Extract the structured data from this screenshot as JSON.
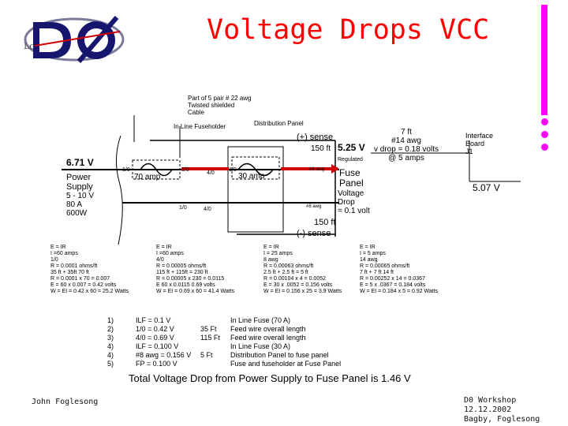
{
  "title": "Voltage Drops VCC",
  "logo": {
    "text": "DØ"
  },
  "accent_color": "#ff00ff",
  "title_color": "#ff0000",
  "footer": {
    "author": "John Foglesong",
    "right_lines": [
      "D0 Workshop",
      "12.12.2002",
      "Bagby, Foglesong"
    ]
  },
  "diagram": {
    "cable_note": [
      "Part of 5 pair # 22 awg",
      "Twisted shielded",
      "Cable"
    ],
    "inline_fuseholder": "In Line Fuseholder",
    "distribution_panel": "Distribution Panel",
    "sense_plus": "(+) sense",
    "sense_plus_length": "150 ft",
    "regulated_voltage": "5.25 V",
    "regulated_label": "Regulated",
    "feed_7ft": [
      "7 ft",
      "#14 awg",
      "v drop = 0.18 volts",
      "@ 5 amps"
    ],
    "interface_board": [
      "Interface",
      "Board",
      "J1"
    ],
    "interface_voltage": "5.07 V",
    "supply_voltage": "6.71 V",
    "supply_label": [
      "Power",
      "Supply"
    ],
    "supply_specs": [
      "5 - 10 V",
      "80 A",
      "600W"
    ],
    "wire_labels": {
      "a": "1/0",
      "b": "1/0",
      "c": "4/0",
      "d": "1/0",
      "e": "1/0",
      "f": "4/0"
    },
    "fuse_70": "70 amp",
    "fuse_30": "30 amp",
    "awg8_top": "#8 awg",
    "awg8_bottom": "#8 awg",
    "fuse_panel": [
      "Fuse",
      "Panel"
    ],
    "voltage_drop": [
      "Voltage",
      "Drop",
      "= 0.1 volt"
    ],
    "sense_minus_length": "150 ft",
    "sense_minus": "(-) sense"
  },
  "calcs": [
    [
      "E = IR",
      "I =60 amps",
      "1/0",
      "R = 0.0001 ohms/ft",
      "35 ft + 35ft   70 ft",
      "R = 0.0001 x 70 = 0.007",
      "E = 60 x 0.007 = 0.42 volts",
      "W = EI = 0.42 x 60 = 25.2 Watts"
    ],
    [
      "E = IR",
      "I =60 amps",
      "4/0",
      "R = 0.00005 ohms/ft",
      "115 ft + 115ft = 230 ft",
      "R = 0.00005 x 230 = 0.0115",
      "E   60 x 0.0115   0.69 volts",
      "W = EI = 0.69 x 60 = 41.4 Watts"
    ],
    [
      "E = IR",
      "I = 25 amps",
      "8 awg",
      "R = 0.00063 ohms/ft",
      "2.5 ft + 2.5 ft = 5 ft",
      "R = 0.00104 x 4 = 0.0052",
      "E = 30 x .0052 = 0.156 volts",
      "W = EI = 0.156 x 25 = 3.9 Watts"
    ],
    [
      "E = IR",
      "I = 5 amps",
      "14 awg",
      "R = 0.00065 ohms/ft",
      "7 ft + 7 ft   14 ft",
      "R = 0.00252 x 14 = 0.0367",
      "E = 5 x .0367 = 0.184 volts",
      "W = EI = 0.184 x 5 = 0.92 Watts"
    ]
  ],
  "summary": [
    {
      "n": "1)",
      "desc": "ILF  = 0.1 V",
      "len": "",
      "note": "In Line Fuse (70 A)"
    },
    {
      "n": "2)",
      "desc": "1/0  = 0.42 V",
      "len": "35 Ft",
      "note": "Feed wire overall length"
    },
    {
      "n": "3)",
      "desc": "4/0  = 0.69 V",
      "len": "115 Ft",
      "note": "Feed wire overall length"
    },
    {
      "n": "4)",
      "desc": "ILF  = 0.100 V",
      "len": "",
      "note": "In Line Fuse (30 A)"
    },
    {
      "n": "4)",
      "desc": "#8 awg = 0.156 V",
      "len": "5 Ft",
      "note": "Distribution Panel to fuse panel"
    },
    {
      "n": "5)",
      "desc": "FP  = 0.100 V",
      "len": "",
      "note": "Fuse and fuseholder at Fuse Panel"
    }
  ],
  "total": "Total Voltage Drop from Power Supply to Fuse Panel is 1.46 V"
}
